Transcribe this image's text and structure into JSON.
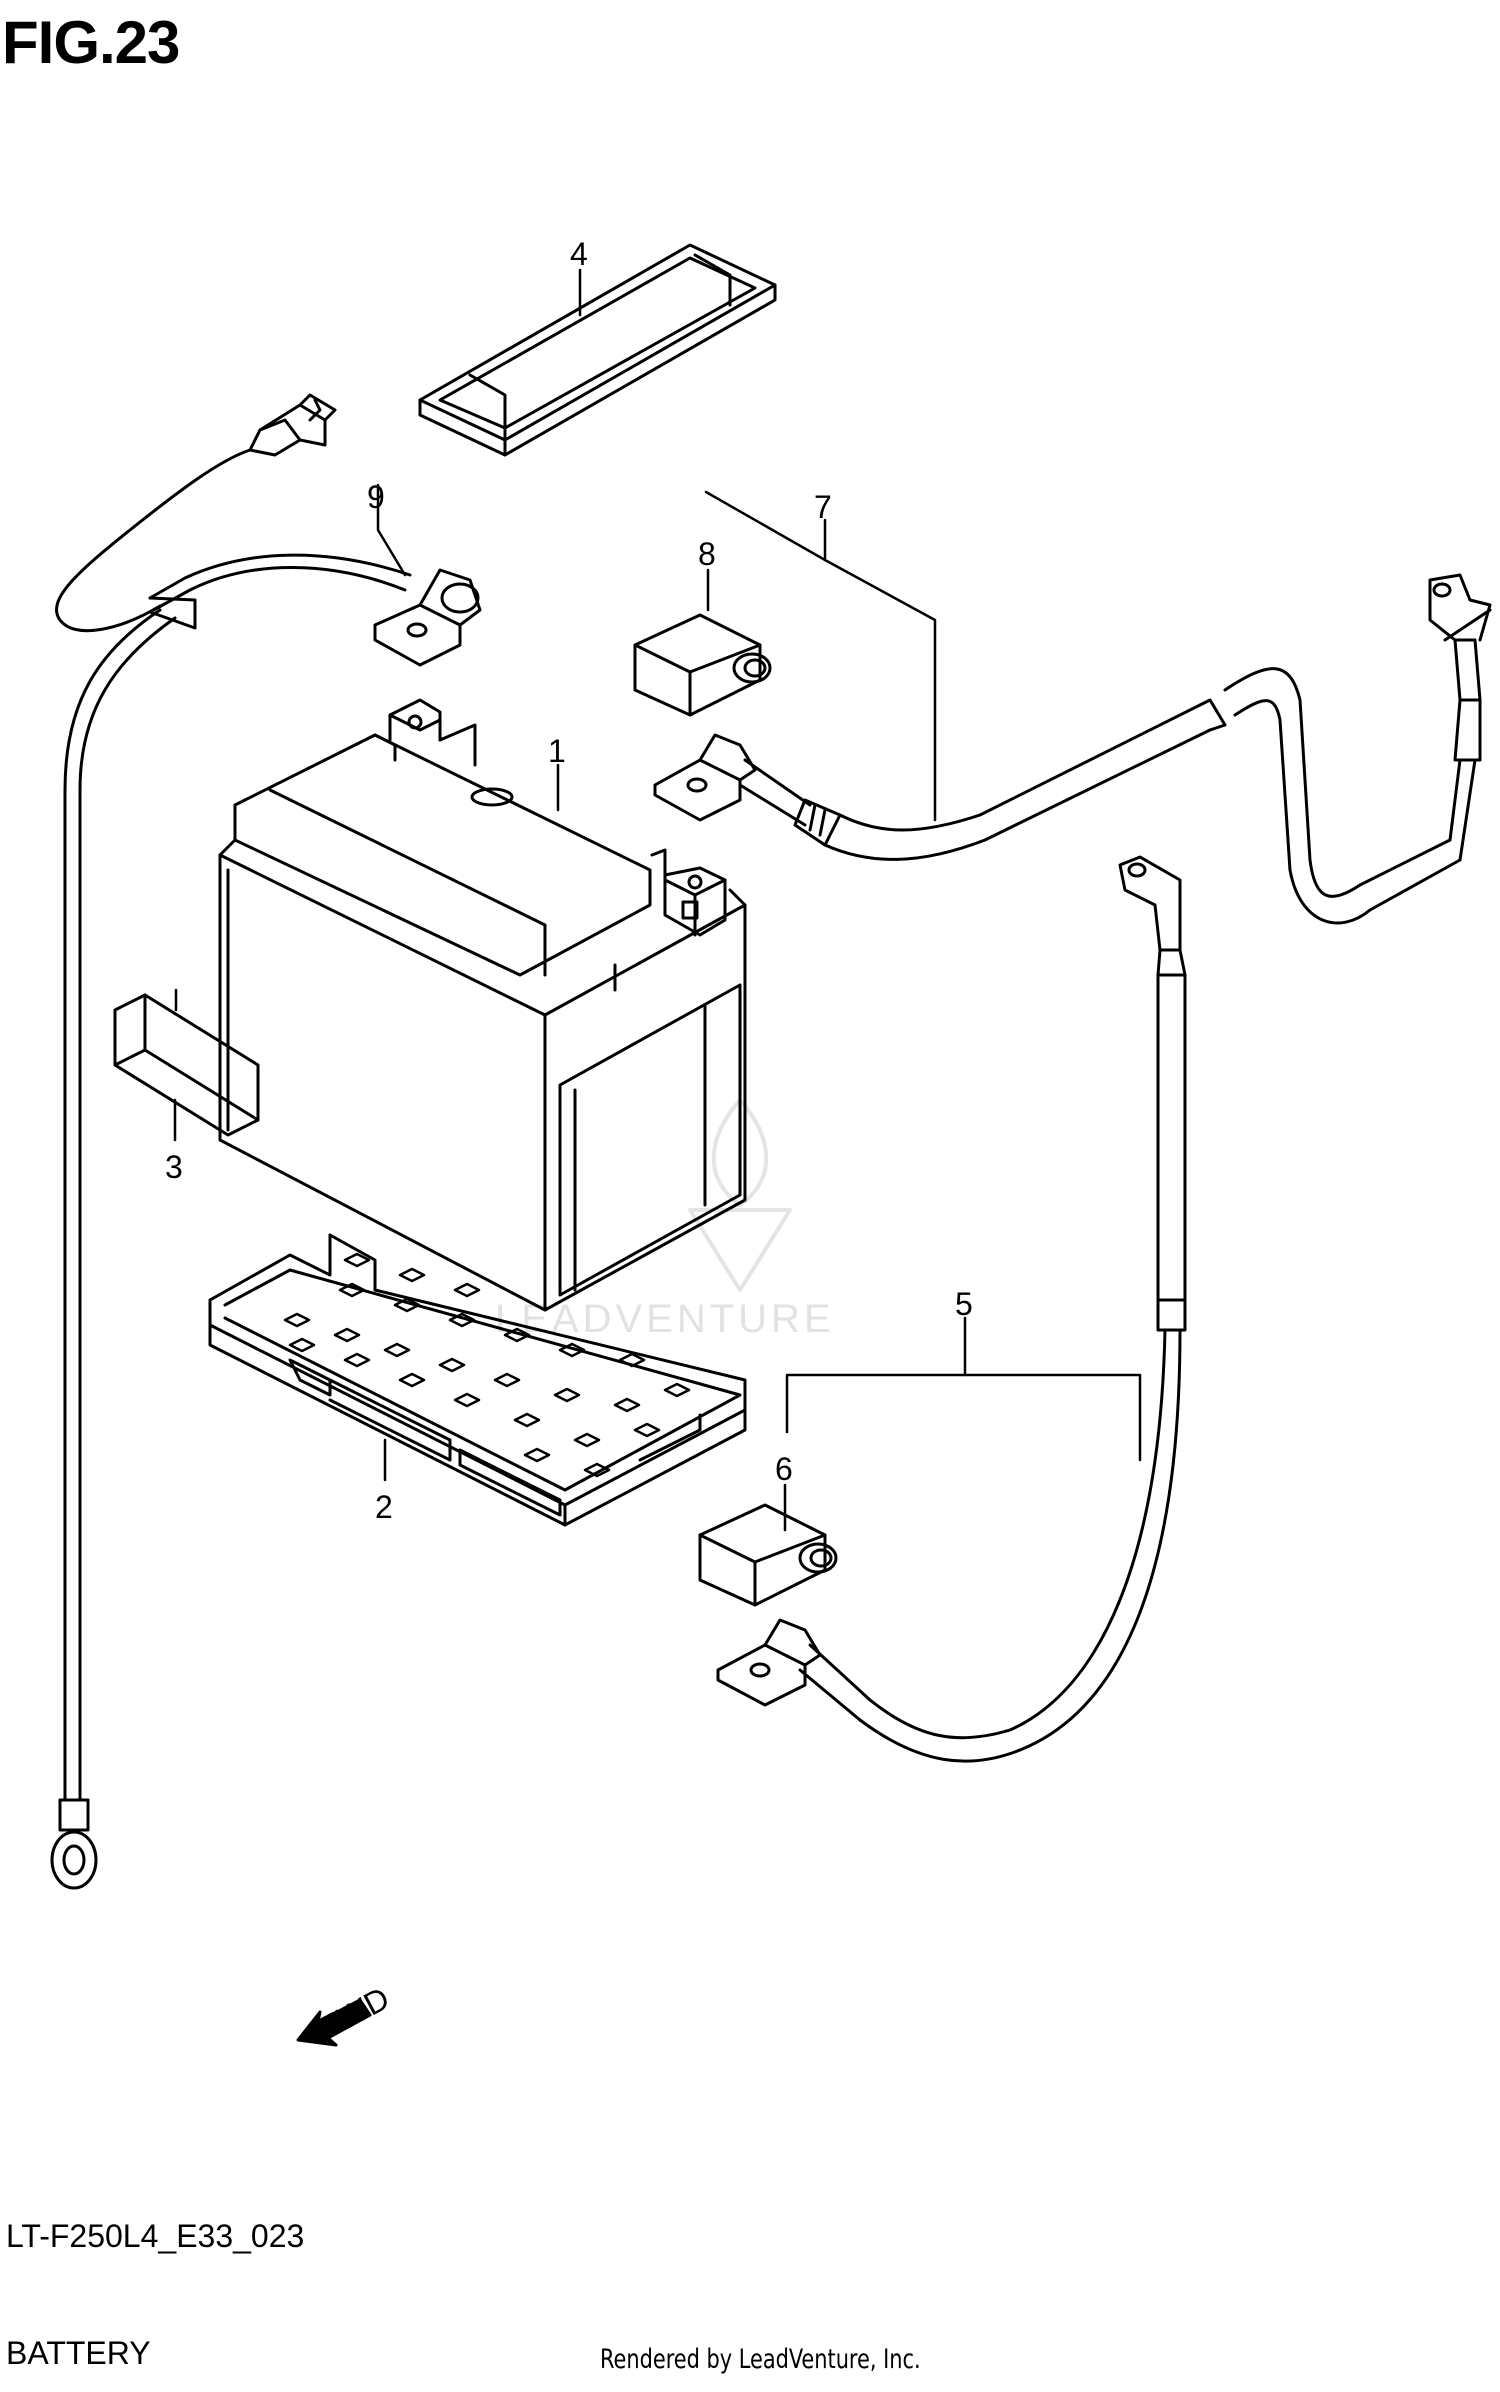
{
  "figure": {
    "title": "FIG.23",
    "code": "LT-F250L4_E33_023",
    "section": "BATTERY",
    "credit": "Rendered by LeadVenture, Inc.",
    "watermark": "LEADVENTURE",
    "fwd_label": "FWD"
  },
  "callouts": [
    {
      "id": "1",
      "label": "1"
    },
    {
      "id": "2",
      "label": "2"
    },
    {
      "id": "3",
      "label": "3"
    },
    {
      "id": "4",
      "label": "4"
    },
    {
      "id": "5",
      "label": "5"
    },
    {
      "id": "6",
      "label": "6"
    },
    {
      "id": "7",
      "label": "7"
    },
    {
      "id": "8",
      "label": "8"
    },
    {
      "id": "9",
      "label": "9"
    }
  ]
}
